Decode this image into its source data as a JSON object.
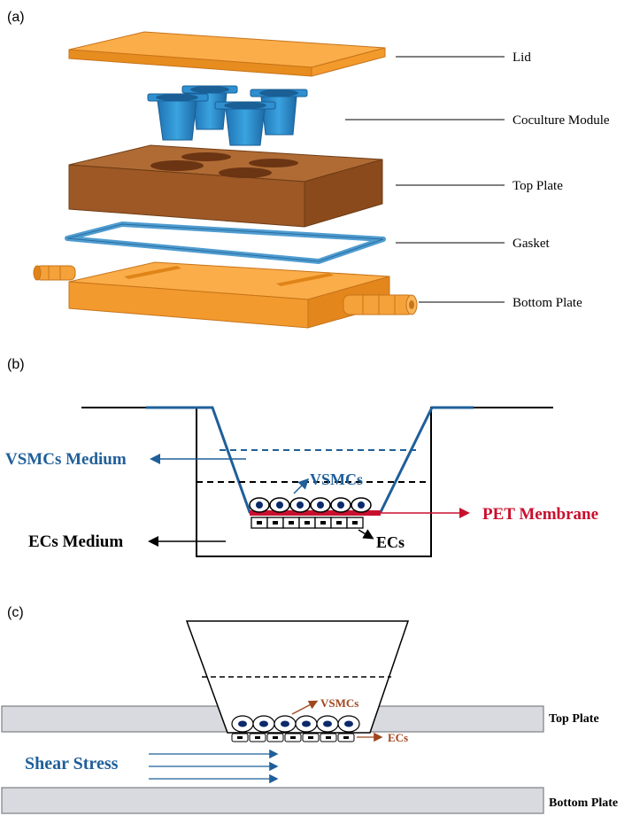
{
  "panels": {
    "a": {
      "label": "(a)",
      "parts": [
        "Lid",
        "Coculture Module",
        "Top Plate",
        "Gasket",
        "Bottom Plate"
      ]
    },
    "b": {
      "label": "(b)",
      "vsmcs_medium": "VSMCs Medium",
      "ecs_medium": "ECs Medium",
      "vsmcs": "VSMCs",
      "pet_membrane": "PET Membrane",
      "ecs": "ECs"
    },
    "c": {
      "label": "(c)",
      "vsmcs": "VSMCs",
      "ecs": "ECs",
      "top_plate": "Top Plate",
      "bottom_plate": "Bottom Plate",
      "shear_stress": "Shear Stress"
    }
  },
  "colors": {
    "orange": "#f59a2f",
    "brown": "#a85f2a",
    "blue_module": "#2a8fd0",
    "gasket": "#5aa8d8",
    "medium_blue": "#1f5f99",
    "pet_red": "#c8102e",
    "ec_label": "#a0461e",
    "plate_gray": "#d8dadf"
  }
}
